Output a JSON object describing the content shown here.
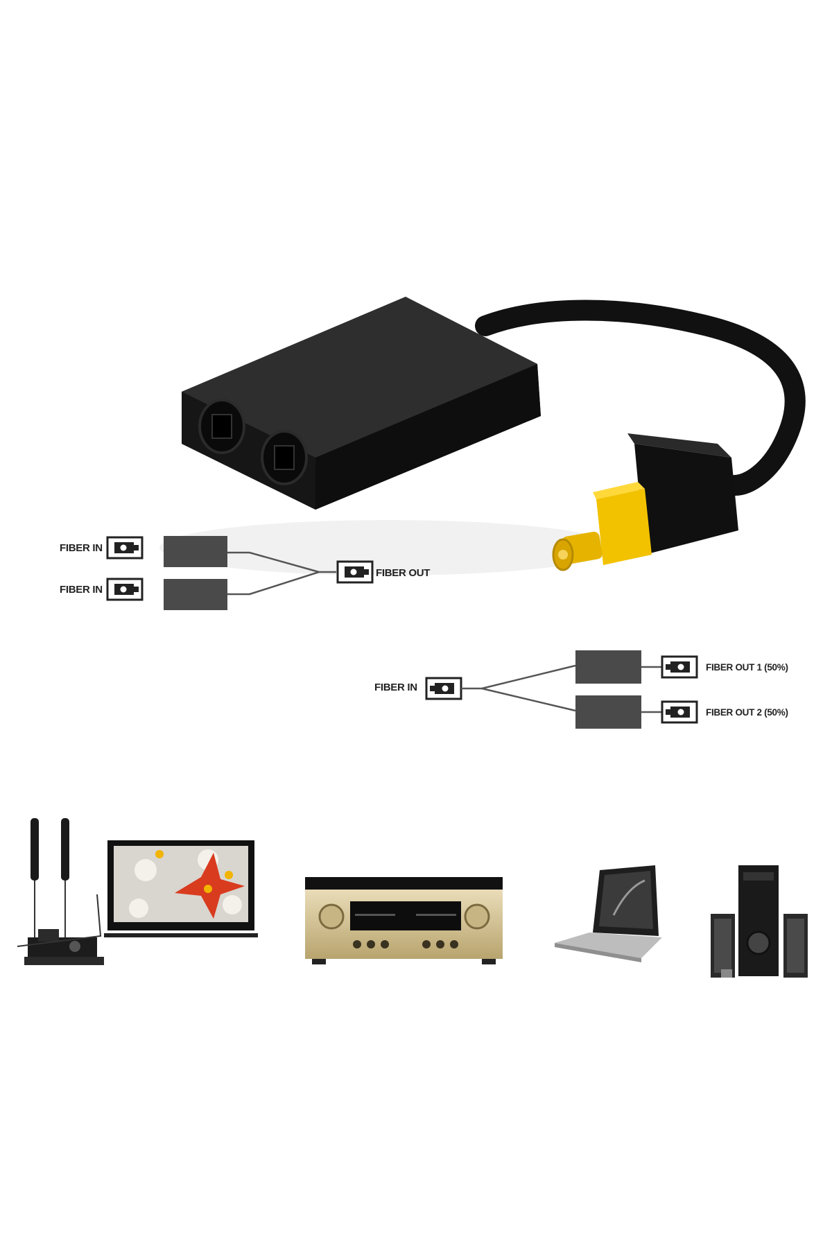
{
  "diagram_combine": {
    "inputs": [
      "FIBER IN",
      "FIBER IN"
    ],
    "output": "FIBER OUT"
  },
  "diagram_split": {
    "input": "FIBER IN",
    "outputs": [
      "FIBER OUT 1 (50%)",
      "FIBER OUT 2 (50%)"
    ]
  },
  "devices": [
    {
      "icon": "home-theater-tv-icon"
    },
    {
      "icon": "amplifier-receiver-icon"
    },
    {
      "icon": "laptop-icon"
    },
    {
      "icon": "speaker-system-icon"
    }
  ],
  "colors": {
    "splitter_body": "#1c1c1c",
    "connector_tip": "#f2c200",
    "box_fill": "#4a4a4a"
  }
}
